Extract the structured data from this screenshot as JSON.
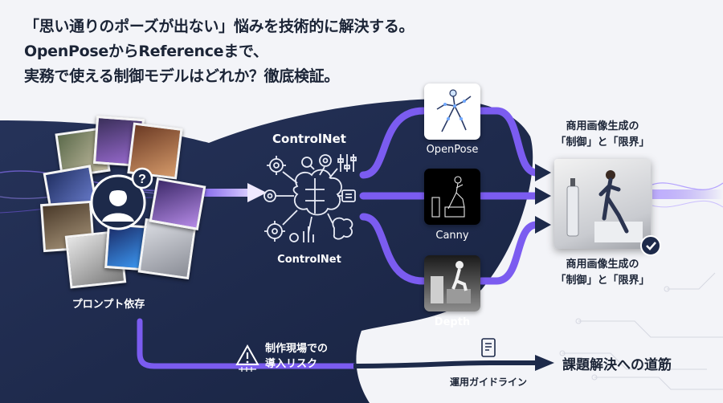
{
  "headline": {
    "line1": "「思い通りのポーズが出ない」悩みを技術的に解決する。",
    "line2": "OpenPoseからReferenceまで、",
    "line3": "実務で使える制御モデルはどれか？徹底検証。"
  },
  "prompt_dependency": {
    "label": "プロンプト依存"
  },
  "controlnet": {
    "title": "ControlNet",
    "subtitle": "ControlNet"
  },
  "models": [
    {
      "label": "OpenPose"
    },
    {
      "label": "Canny"
    },
    {
      "label": "Depth"
    }
  ],
  "result": {
    "top_caption_1": "商用画像生成の",
    "top_caption_2": "「制御」と「限界」",
    "bottom_caption_1": "商用画像生成の",
    "bottom_caption_2": "「制御」と「限界」"
  },
  "risk": {
    "line1": "制作現場での",
    "line2": "導入リスク"
  },
  "guideline": {
    "label": "運用ガイドライン"
  },
  "pathway": {
    "label": "課題解決への道筋"
  },
  "colors": {
    "navy": "#1d2a4a",
    "purple": "#7b5cf0",
    "text_dark": "#1b2436"
  }
}
